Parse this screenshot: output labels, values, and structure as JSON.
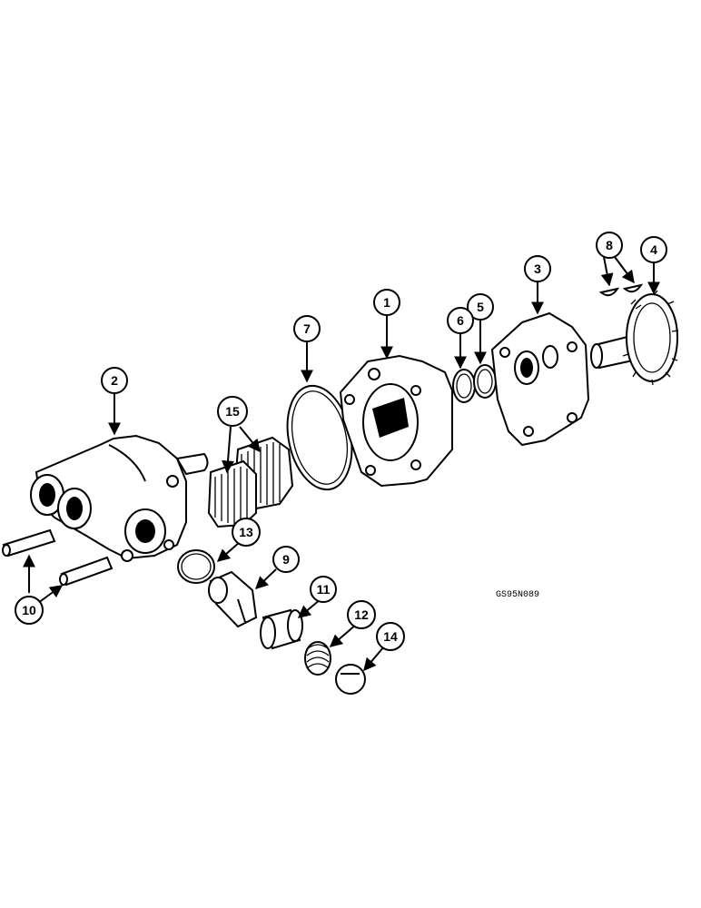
{
  "figure_code": "GS95N089",
  "callouts": {
    "c1": "1",
    "c2": "2",
    "c3": "3",
    "c4": "4",
    "c5": "5",
    "c6": "6",
    "c7": "7",
    "c8": "8",
    "c9": "9",
    "c10": "10",
    "c11": "11",
    "c12": "12",
    "c13": "13",
    "c14": "14",
    "c15": "15"
  }
}
